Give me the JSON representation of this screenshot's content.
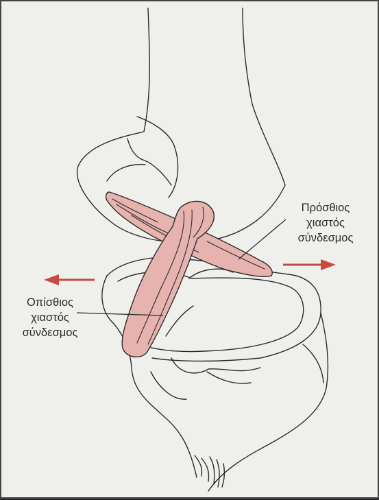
{
  "labels": {
    "anterior": [
      "Πρόσθιος",
      "χιαστός",
      "σύνδεσμος"
    ],
    "posterior": [
      "Οπίσθιος",
      "χιαστός",
      "σύνδεσμος"
    ]
  },
  "icons": {
    "left_arrow": "arrow-left-icon",
    "right_arrow": "arrow-right-icon"
  },
  "colors": {
    "paper": "#efefec",
    "line": "#2a2a2a",
    "ligament_fill": "#e6b3ae",
    "arrow": "#c8493f"
  }
}
